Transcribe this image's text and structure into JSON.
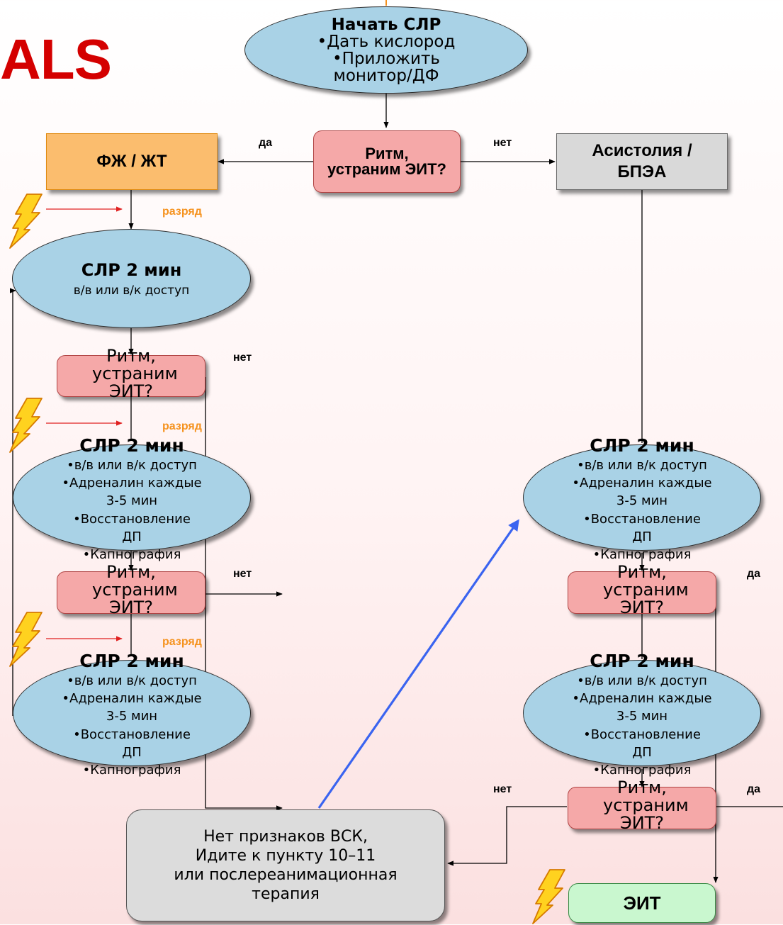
{
  "title": "ALS",
  "nodes": {
    "start": {
      "title": "Начать СЛР",
      "lines": [
        "•Дать кислород",
        "•Приложить",
        "монитор/ДФ"
      ]
    },
    "rhythm_top": {
      "text": "Ритм, устраним ЭИТ?"
    },
    "vf_vt": {
      "text": "ФЖ / ЖТ"
    },
    "asystole": {
      "text": "Асистолия / БПЭА"
    },
    "cpr_left_1": {
      "title": "СЛР 2 мин",
      "lines": [
        "в/в или в/к доступ"
      ]
    },
    "rhythm_left_1": {
      "text": "Ритм, устраним ЭИТ?"
    },
    "cpr_left_2": {
      "title": "СЛР 2 мин",
      "lines": [
        "•в/в или в/к доступ",
        "•Адреналин каждые",
        "3-5 мин",
        "•Восстановление",
        "ДП",
        "•Капнография"
      ]
    },
    "rhythm_left_2": {
      "text": "Ритм, устраним ЭИТ?"
    },
    "cpr_left_3": {
      "title": "СЛР 2 мин",
      "lines": [
        "•в/в или в/к доступ",
        "•Адреналин каждые",
        "3-5 мин",
        "•Восстановление",
        "ДП",
        "•Капнография"
      ]
    },
    "cpr_right_1": {
      "title": "СЛР 2 мин",
      "lines": [
        "•в/в или в/к доступ",
        "•Адреналин каждые",
        "3-5 мин",
        "•Восстановление",
        "ДП",
        "•Капнография"
      ]
    },
    "rhythm_right_1": {
      "text": "Ритм, устраним ЭИТ?"
    },
    "cpr_right_2": {
      "title": "СЛР 2 мин",
      "lines": [
        "•в/в или в/к доступ",
        "•Адреналин каждые",
        "3-5 мин",
        "•Восстановление",
        "ДП",
        "•Капнография"
      ]
    },
    "rhythm_right_2": {
      "text": "Ритм, устраним ЭИТ?"
    },
    "no_rosc": {
      "lines": [
        "Нет признаков ВСК,",
        "Идите к пункту 10–11",
        "или послереанимационная",
        "терапия"
      ]
    },
    "eit": {
      "text": "ЭИТ"
    }
  },
  "labels": {
    "yes": "да",
    "no": "нет",
    "shock": "разряд"
  },
  "colors": {
    "title_red": "#d40000",
    "ellipse_fill": "#a9d2e6",
    "decision_fill": "#f5a8a8",
    "vf_fill": "#fbbd6e",
    "asystole_fill": "#d9d9d9",
    "eit_fill": "#c9f7cf",
    "shock_orange": "#f5921e",
    "blue_arrow": "#3a64f0"
  }
}
